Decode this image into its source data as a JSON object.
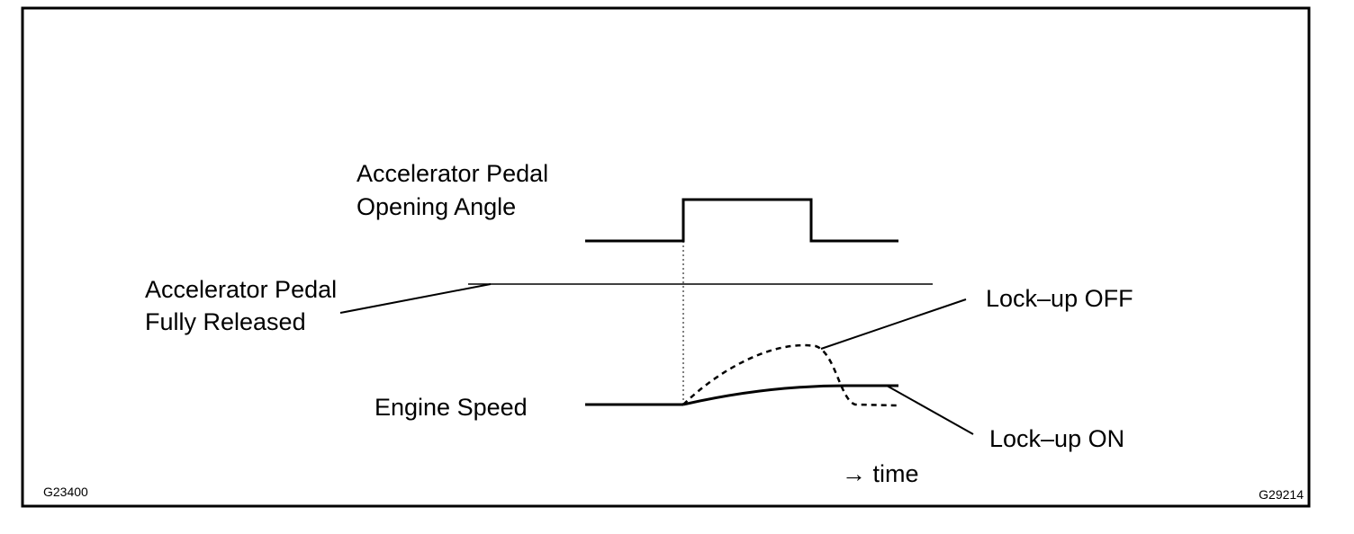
{
  "labels": {
    "pedal_angle_line1": "Accelerator Pedal",
    "pedal_angle_line2": "Opening Angle",
    "pedal_released_line1": "Accelerator Pedal",
    "pedal_released_line2": "Fully Released",
    "engine_speed": "Engine Speed",
    "lockup_off": "Lock–up OFF",
    "lockup_on": "Lock–up ON",
    "time_axis": "→ time"
  },
  "codes": {
    "left": "G23400",
    "right": "G29214"
  },
  "colors": {
    "line": "#000000",
    "background": "#ffffff"
  }
}
